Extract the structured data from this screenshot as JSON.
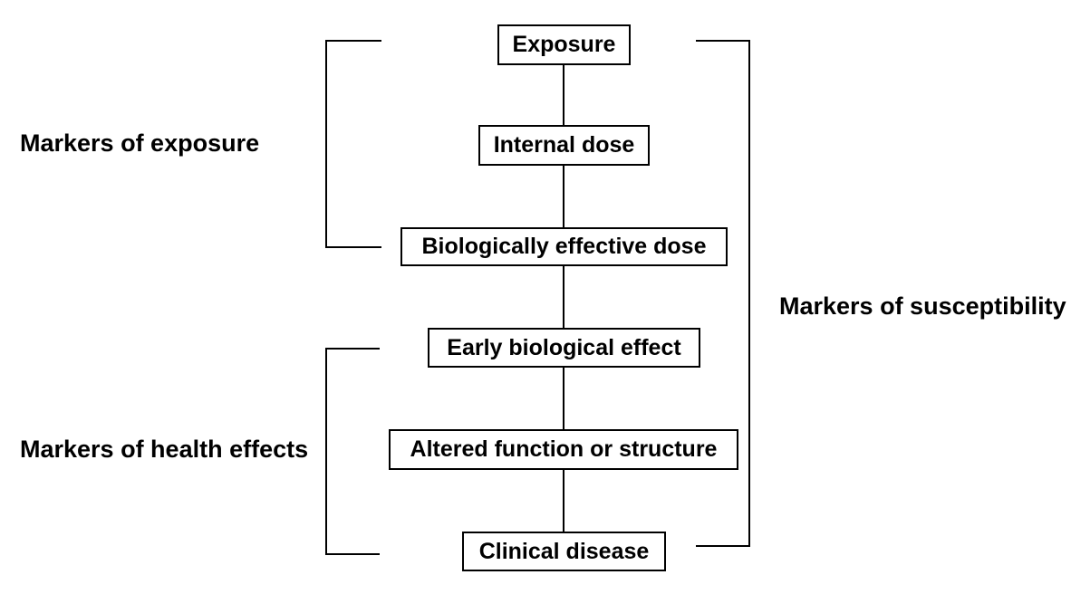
{
  "diagram": {
    "background_color": "#ffffff",
    "line_color": "#000000",
    "text_color": "#000000",
    "node_fill": "#ffffff",
    "nodes": [
      {
        "id": "exposure",
        "label": "Exposure"
      },
      {
        "id": "internal-dose",
        "label": "Internal dose"
      },
      {
        "id": "biologically-effective-dose",
        "label": "Biologically effective dose"
      },
      {
        "id": "early-biological-effect",
        "label": "Early biological effect"
      },
      {
        "id": "altered-function-or-structure",
        "label": "Altered function or structure"
      },
      {
        "id": "clinical-disease",
        "label": "Clinical disease"
      }
    ],
    "edges": [
      {
        "from": "Exposure",
        "to": "Internal dose"
      },
      {
        "from": "Internal dose",
        "to": "Biologically effective dose"
      },
      {
        "from": "Biologically effective dose",
        "to": "Early biological effect"
      },
      {
        "from": "Early biological effect",
        "to": "Altered function or structure"
      },
      {
        "from": "Altered function or structure",
        "to": "Clinical disease"
      }
    ],
    "side_labels": [
      {
        "id": "markers-of-exposure",
        "label": "Markers of exposure",
        "side": "left",
        "bracket_from": "Exposure",
        "bracket_to": "Biologically effective dose"
      },
      {
        "id": "markers-of-health-effects",
        "label": "Markers of health effects",
        "side": "left",
        "bracket_from": "Early biological effect",
        "bracket_to": "Clinical disease"
      },
      {
        "id": "markers-of-susceptibility",
        "label": "Markers of susceptibility",
        "side": "right",
        "bracket_from": "Exposure",
        "bracket_to": "Clinical disease"
      }
    ]
  }
}
